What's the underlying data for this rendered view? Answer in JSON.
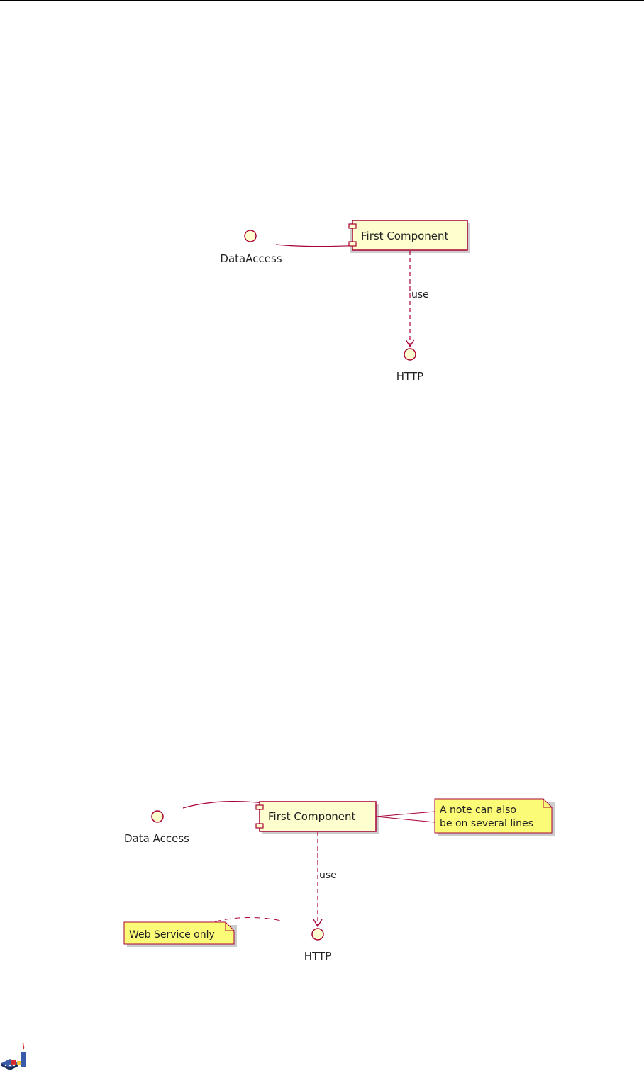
{
  "diagram1": {
    "interface_left": "DataAccess",
    "component": "First Component",
    "edge_label": "use",
    "interface_bottom": "HTTP"
  },
  "diagram2": {
    "interface_left": "Data Access",
    "component": "First Component",
    "edge_label": "use",
    "interface_bottom": "HTTP",
    "note_component": [
      "A note can also",
      "be on several lines"
    ],
    "note_http": "Web Service only"
  },
  "colors": {
    "stroke": "#A80036",
    "component_fill": "#FEFECE",
    "note_fill": "#FBFB77",
    "text": "#222222"
  }
}
